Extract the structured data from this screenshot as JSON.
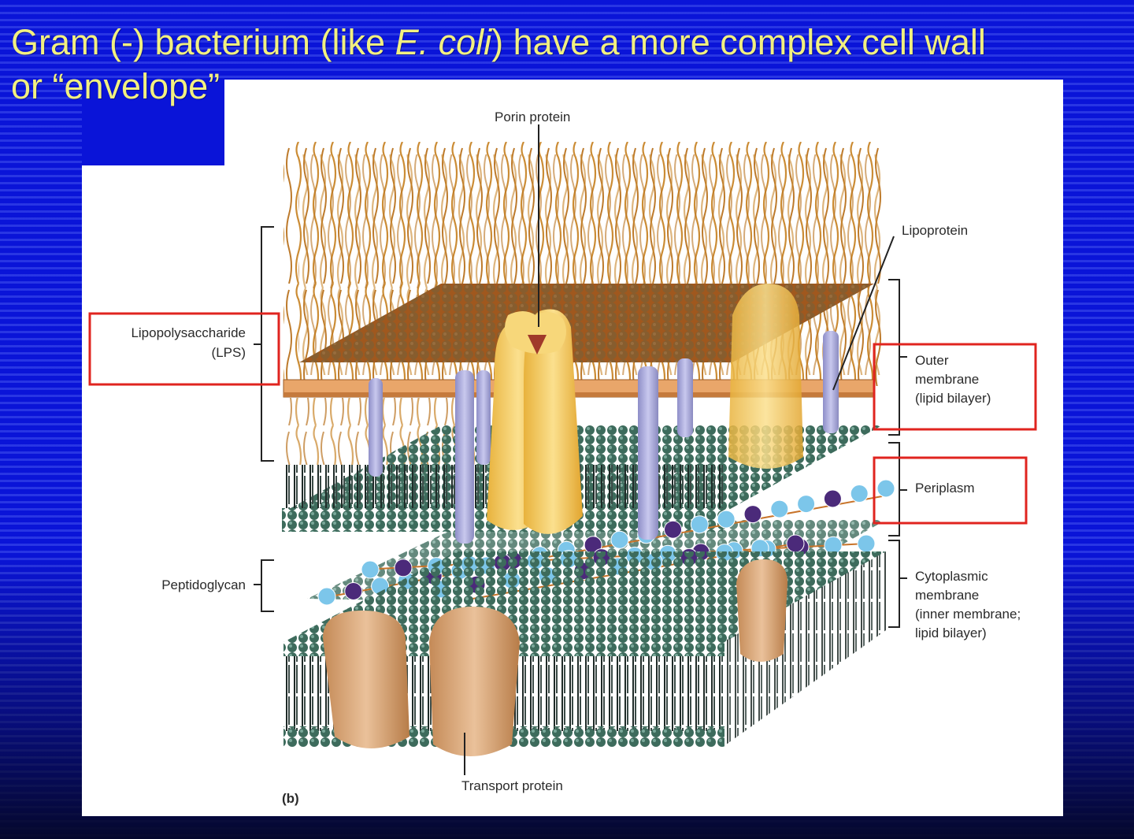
{
  "slide": {
    "title_part1": "Gram (-) bacterium (like ",
    "title_italic": "E. coli",
    "title_part2": ") have a more complex cell wall",
    "title_line2": "or “envelope”"
  },
  "diagram": {
    "labels": {
      "porin": "Porin protein",
      "lipoprotein": "Lipoprotein",
      "lps_line1": "Lipopolysaccharide",
      "lps_line2": "(LPS)",
      "outer_line1": "Outer",
      "outer_line2": "membrane",
      "outer_line3": "(lipid bilayer)",
      "periplasm": "Periplasm",
      "peptidoglycan": "Peptidoglycan",
      "cyto_line1": "Cytoplasmic",
      "cyto_line2": "membrane",
      "cyto_line3": "(inner membrane;",
      "cyto_line4": "lipid bilayer)",
      "transport": "Transport protein",
      "panel": "(b)"
    },
    "colors": {
      "lps_chains": "#c8862a",
      "lipid_heads": "#3d6b5c",
      "porin": "#f3cf6a",
      "lipoprotein": "#a8a8d8",
      "peptide_light": "#7cc6ea",
      "peptide_dark": "#4b2a7a",
      "transport_protein": "#d9aa7c",
      "highlight_box": "#e0241f"
    }
  }
}
